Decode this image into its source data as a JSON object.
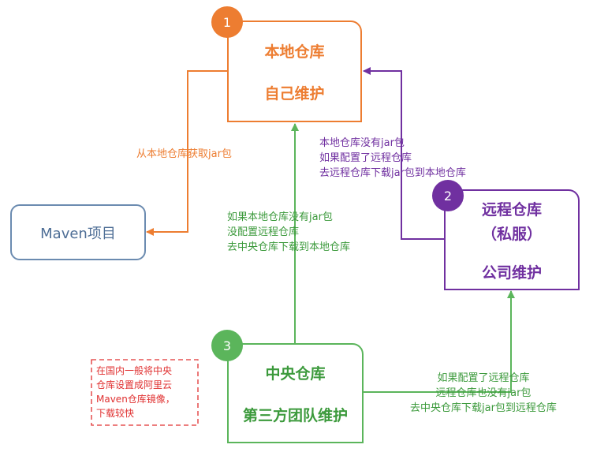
{
  "colors": {
    "local": "#ED7D31",
    "remote": "#7030A0",
    "central": "#5BB55B",
    "maven": "#6B8BB0",
    "maven_text": "#4E6E96",
    "note": "#E03030",
    "text_green": "#3C9A3C"
  },
  "local_repo": {
    "badge": "1",
    "title": "本地仓库",
    "subtitle": "自己维护"
  },
  "remote_repo": {
    "badge": "2",
    "title": "远程仓库",
    "subtitle_paren": "（私服）",
    "subtitle": "公司维护"
  },
  "central_repo": {
    "badge": "3",
    "title": "中央仓库",
    "subtitle": "第三方团队维护"
  },
  "maven_project": {
    "title": "Maven项目"
  },
  "labels": {
    "local_to_maven": "从本地仓库获取jar包",
    "remote_to_local": [
      "本地仓库没有jar包",
      "如果配置了远程仓库",
      "去远程仓库下载jar包到本地仓库"
    ],
    "central_to_local": [
      "如果本地仓库没有jar包",
      "没配置远程仓库",
      "去中央仓库下载到本地仓库"
    ],
    "central_to_remote": [
      "如果配置了远程仓库",
      "远程仓库也没有jar包",
      "去中央仓库下载jar包到远程仓库"
    ]
  },
  "note": {
    "lines": [
      "在国内一般将中央",
      "仓库设置成阿里云",
      "Maven仓库镜像，",
      "下载较快"
    ]
  }
}
